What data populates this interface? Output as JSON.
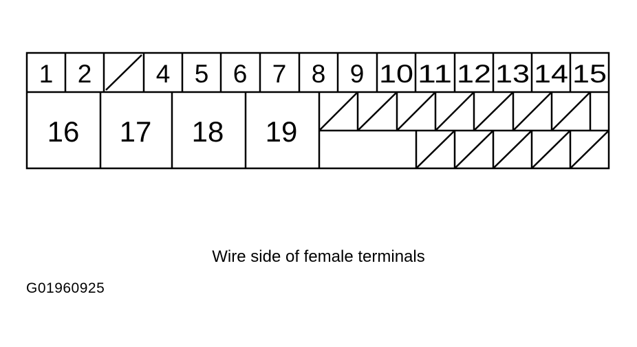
{
  "connector": {
    "top_row_pins": [
      "1",
      "2",
      "",
      "4",
      "5",
      "6",
      "7",
      "8",
      "9",
      "10",
      "11",
      "12",
      "13",
      "14",
      "15"
    ],
    "large_terminals": [
      "16",
      "17",
      "18",
      "19"
    ]
  },
  "caption": "Wire side of female terminals",
  "figure_id": "G01960925"
}
